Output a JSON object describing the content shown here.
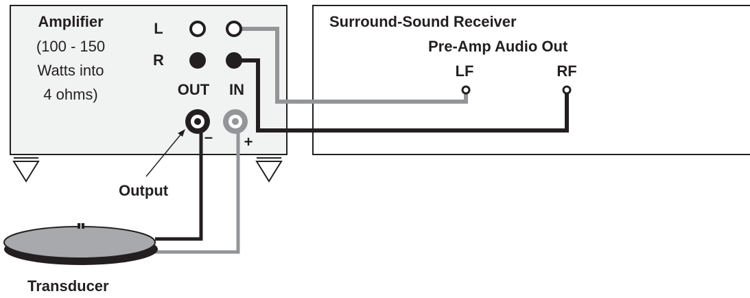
{
  "amplifier": {
    "title": "Amplifier",
    "spec_line1": "(100 - 150",
    "spec_line2": "Watts into",
    "spec_line3": "4 ohms)",
    "left_channel": "L",
    "right_channel": "R",
    "out_label": "OUT",
    "in_label": "IN",
    "minus_sign": "–",
    "plus_sign": "+"
  },
  "receiver": {
    "title": "Surround-Sound Receiver",
    "subtitle": "Pre-Amp Audio Out",
    "lf_label": "LF",
    "rf_label": "RF"
  },
  "output_label": "Output",
  "transducer_label": "Transducer",
  "colors": {
    "black": "#231f20",
    "gray": "#939598",
    "disc_gray": "#a7a9ac",
    "box_fill": "#f1f2f2"
  }
}
